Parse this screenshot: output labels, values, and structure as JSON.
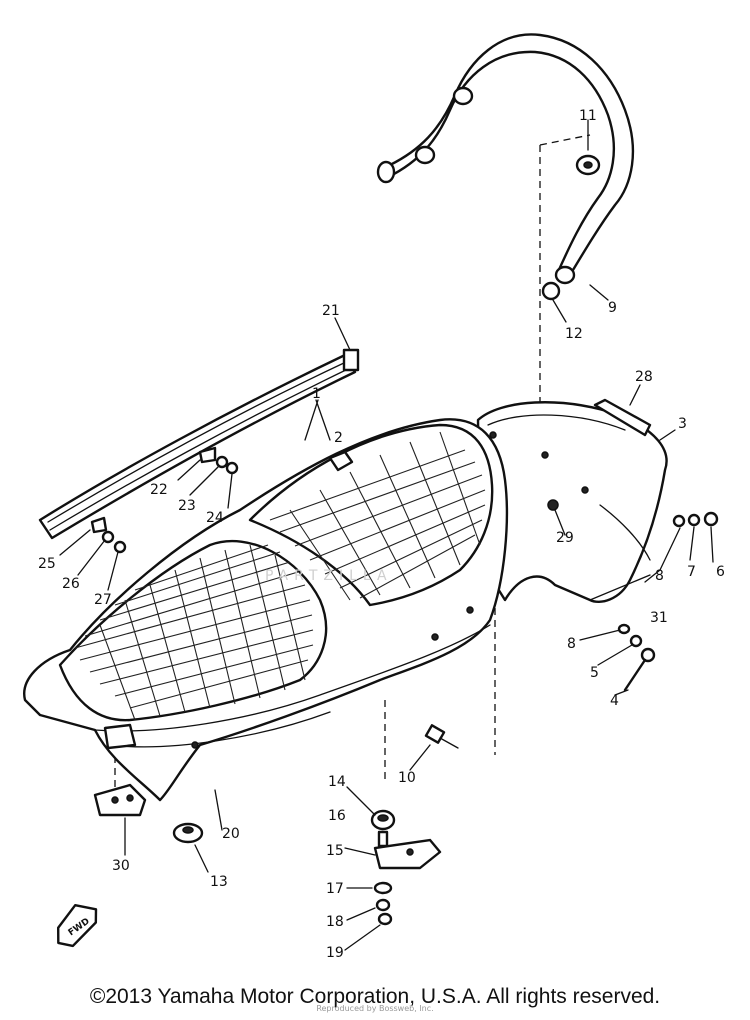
{
  "callouts": [
    {
      "id": "1",
      "text": "1"
    },
    {
      "id": "2",
      "text": "2"
    },
    {
      "id": "3",
      "text": "3"
    },
    {
      "id": "4",
      "text": "4"
    },
    {
      "id": "5",
      "text": "5"
    },
    {
      "id": "6",
      "text": "6"
    },
    {
      "id": "7",
      "text": "7"
    },
    {
      "id": "8a",
      "text": "8"
    },
    {
      "id": "8b",
      "text": "8"
    },
    {
      "id": "9",
      "text": "9"
    },
    {
      "id": "10",
      "text": "10"
    },
    {
      "id": "11",
      "text": "11"
    },
    {
      "id": "12",
      "text": "12"
    },
    {
      "id": "13",
      "text": "13"
    },
    {
      "id": "14",
      "text": "14"
    },
    {
      "id": "15",
      "text": "15"
    },
    {
      "id": "16",
      "text": "16"
    },
    {
      "id": "17",
      "text": "17"
    },
    {
      "id": "18",
      "text": "18"
    },
    {
      "id": "19",
      "text": "19"
    },
    {
      "id": "20",
      "text": "20"
    },
    {
      "id": "21",
      "text": "21"
    },
    {
      "id": "22",
      "text": "22"
    },
    {
      "id": "23",
      "text": "23"
    },
    {
      "id": "24",
      "text": "24"
    },
    {
      "id": "25",
      "text": "25"
    },
    {
      "id": "26",
      "text": "26"
    },
    {
      "id": "27",
      "text": "27"
    },
    {
      "id": "28",
      "text": "28"
    },
    {
      "id": "29",
      "text": "29"
    },
    {
      "id": "30",
      "text": "30"
    },
    {
      "id": "31",
      "text": "31"
    }
  ],
  "front_badge": "FWD",
  "watermark": "PARTZILLA",
  "copyright": "©2013 Yamaha Motor Corporation, U.S.A. All rights reserved.",
  "credit": "Reproduced by Bossweb, Inc."
}
